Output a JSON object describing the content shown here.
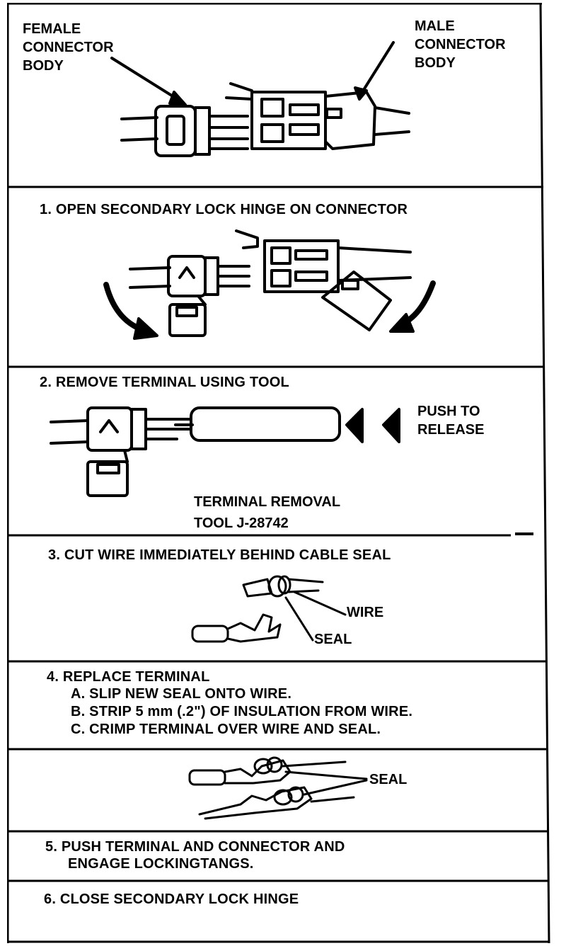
{
  "top": {
    "female_label": [
      "FEMALE",
      "CONNECTOR",
      "BODY"
    ],
    "male_label": [
      "MALE",
      "CONNECTOR",
      "BODY"
    ]
  },
  "step1": {
    "text": "1.  OPEN SECONDARY LOCK HINGE ON CONNECTOR"
  },
  "step2": {
    "text": "2.  REMOVE TERMINAL USING TOOL",
    "push_label": [
      "PUSH TO",
      "RELEASE"
    ],
    "tool_label": [
      "TERMINAL REMOVAL",
      "TOOL J-28742"
    ]
  },
  "step3": {
    "text": "3.  CUT WIRE IMMEDIATELY BEHIND CABLE SEAL",
    "wire_label": "WIRE",
    "seal_label": "SEAL"
  },
  "step4": {
    "text": "4.  REPLACE TERMINAL",
    "sub": [
      "A.  SLIP NEW SEAL ONTO WIRE.",
      "B.  STRIP 5 mm (.2\") OF INSULATION FROM WIRE.",
      "C.  CRIMP TERMINAL OVER WIRE AND SEAL."
    ],
    "seal_label": "SEAL"
  },
  "step5": {
    "text": [
      "5.  PUSH TERMINAL AND CONNECTOR AND",
      "ENGAGE LOCKINGTANGS."
    ]
  },
  "step6": {
    "text": "6.  CLOSE SECONDARY LOCK HINGE"
  }
}
